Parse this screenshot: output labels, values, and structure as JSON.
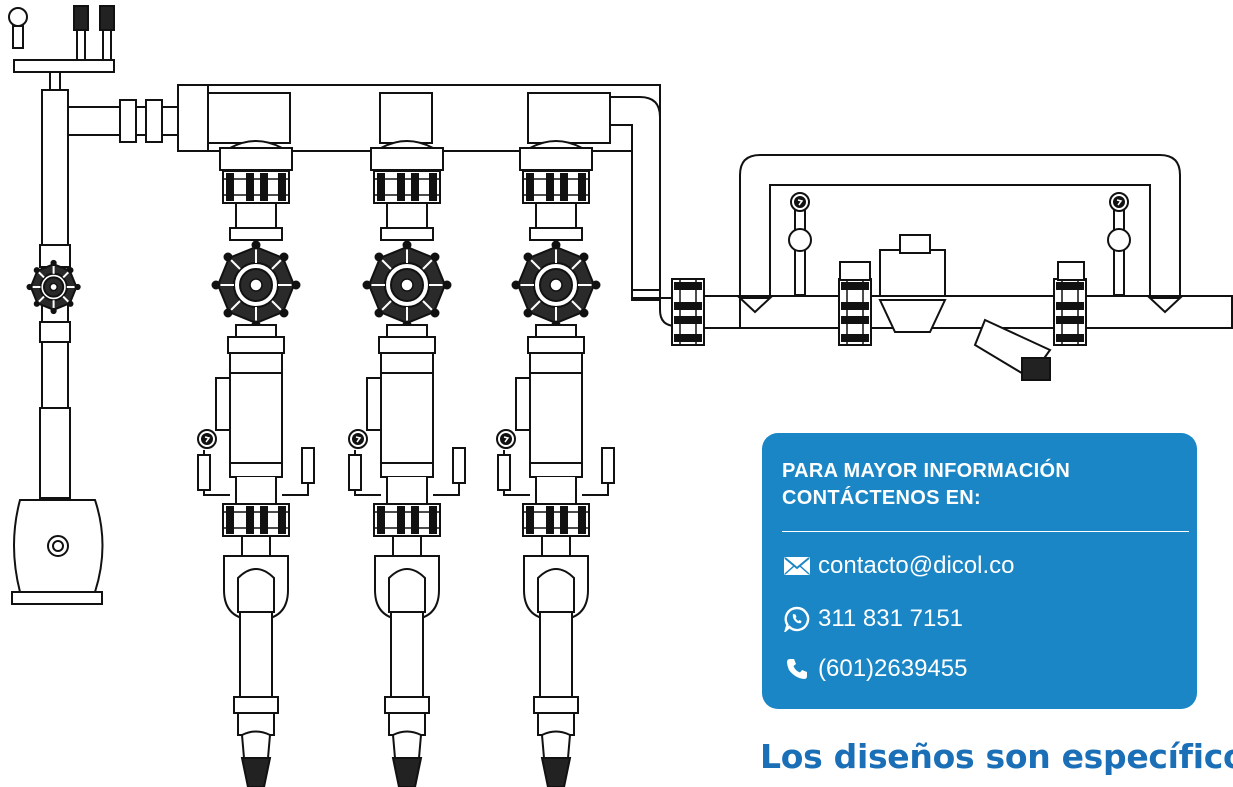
{
  "contact": {
    "title_line1": "PARA MAYOR INFORMACIÓN",
    "title_line2": "CONTÁCTENOS EN:",
    "email": "contacto@dicol.co",
    "whatsapp": "311 831 7151",
    "phone": "(601)2639455",
    "icons": [
      "mail-icon",
      "whatsapp-icon",
      "phone-icon"
    ]
  },
  "footer": {
    "text_line1": "Los diseños son específicos"
  },
  "colors": {
    "card_background": "#1a86c5",
    "footer_text": "#1a6fb7",
    "line_art": "#222222"
  }
}
